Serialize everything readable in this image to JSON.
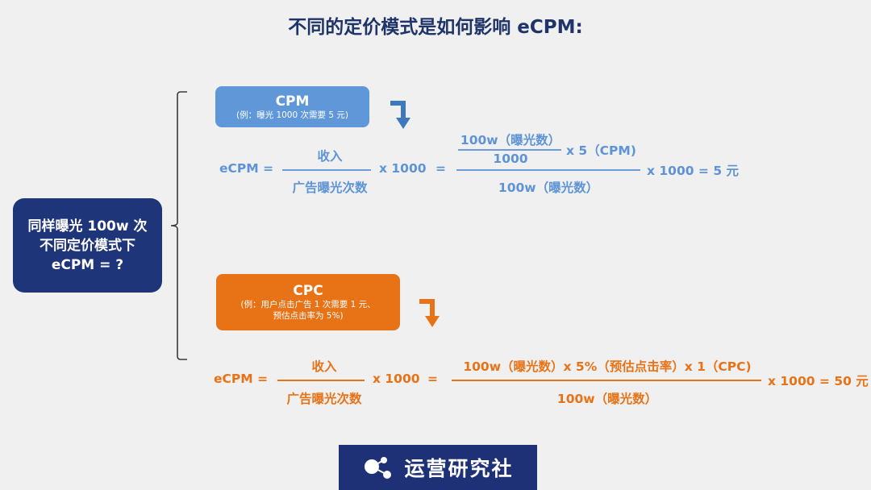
{
  "title": "不同的定价模式是如何影响 eCPM:",
  "question": {
    "line1": "同样曝光 100w 次",
    "line2": "不同定价模式下",
    "line3": "eCPM = ?"
  },
  "cpm": {
    "label": "CPM",
    "example": "(例：曝光 1000 次需要 5 元)",
    "formula": {
      "lhs": "eCPM =",
      "numerator": "收入",
      "denominator": "广告曝光次数",
      "times1000": "x 1000",
      "equals": "=",
      "inner_numerator": "100w（曝光数）",
      "inner_denominator": "1000",
      "price": "x 5（CPM)",
      "big_denominator": "100w（曝光数）",
      "result": "x 1000 = 5 元"
    }
  },
  "cpc": {
    "label": "CPC",
    "example_line1": "(例：用户点击广告 1 次需要 1 元、",
    "example_line2": "预估点击率为 5%)",
    "formula": {
      "lhs": "eCPM =",
      "numerator": "收入",
      "denominator": "广告曝光次数",
      "times1000": "x 1000",
      "equals": "=",
      "big_numerator": "100w（曝光数）x 5%（预估点击率）x 1（CPC)",
      "big_denominator": "100w（曝光数）",
      "result": "x 1000 = 50 元"
    }
  },
  "logo": {
    "text": "运营研究社",
    "icon": "dots-logo-icon"
  },
  "colors": {
    "title": "#1f3468",
    "question_bg": "#1f3579",
    "cpm": "#5e94d6",
    "cpc": "#e87317",
    "logo_bg": "#1e3177",
    "background": "#f0f0f1"
  }
}
